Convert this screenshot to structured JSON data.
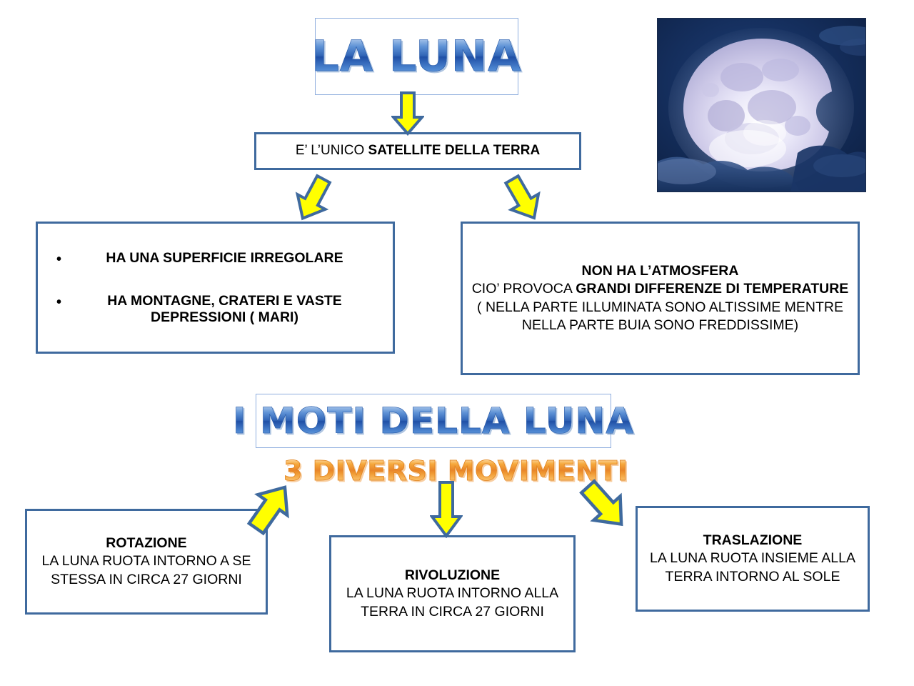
{
  "page": {
    "title": "La Luna - mappa concettuale",
    "colors": {
      "box_border": "#3f6a9e",
      "wordart_blue": "#2f63b5",
      "wordart_orange": "#e8852a",
      "arrow_fill": "#ffff00",
      "arrow_stroke": "#3f6a9e",
      "background": "#ffffff"
    }
  },
  "titles": {
    "main": "LA LUNA",
    "motions": "I MOTI DELLA LUNA",
    "motions_subtitle": "3 DIVERSI MOVIMENTI"
  },
  "nodes": {
    "satellite": {
      "text_plain": "E’ L’UNICO ",
      "text_bold": "SATELLITE DELLA TERRA"
    },
    "surface": {
      "bullets": [
        "HA UNA SUPERFICIE IRREGOLARE",
        "HA MONTAGNE, CRATERI E VASTE DEPRESSIONI ( MARI)"
      ],
      "bullet_glyph": "•"
    },
    "atmosphere": {
      "line1_bold": "NON HA L’ATMOSFERA",
      "line2_plain": "CIO’ PROVOCA ",
      "line2_bold": "GRANDI DIFFERENZE DI TEMPERATURE",
      "line3": "( NELLA PARTE ILLUMINATA SONO ALTISSIME MENTRE NELLA PARTE BUIA SONO FREDDISSIME)"
    },
    "rotazione": {
      "heading": "ROTAZIONE",
      "body": "LA LUNA RUOTA INTORNO A SE STESSA IN CIRCA 27 GIORNI"
    },
    "rivoluzione": {
      "heading": "RIVOLUZIONE",
      "body": "LA LUNA RUOTA INTORNO ALLA TERRA IN CIRCA 27 GIORNI"
    },
    "traslazione": {
      "heading": "TRASLAZIONE",
      "body": "LA LUNA RUOTA INSIEME ALLA TERRA INTORNO AL SOLE"
    }
  },
  "image": {
    "moon_photo_alt": "Fotografia della Luna piena in un cielo notturno blu con nuvole"
  },
  "arrows": [
    {
      "name": "arrow-title-to-satellite",
      "direction": "down"
    },
    {
      "name": "arrow-satellite-to-surface",
      "direction": "down-left"
    },
    {
      "name": "arrow-satellite-to-atmosphere",
      "direction": "down-right"
    },
    {
      "name": "arrow-movimenti-to-rotazione",
      "direction": "down-left"
    },
    {
      "name": "arrow-movimenti-to-rivoluzione",
      "direction": "down"
    },
    {
      "name": "arrow-movimenti-to-traslazione",
      "direction": "down-right"
    }
  ]
}
